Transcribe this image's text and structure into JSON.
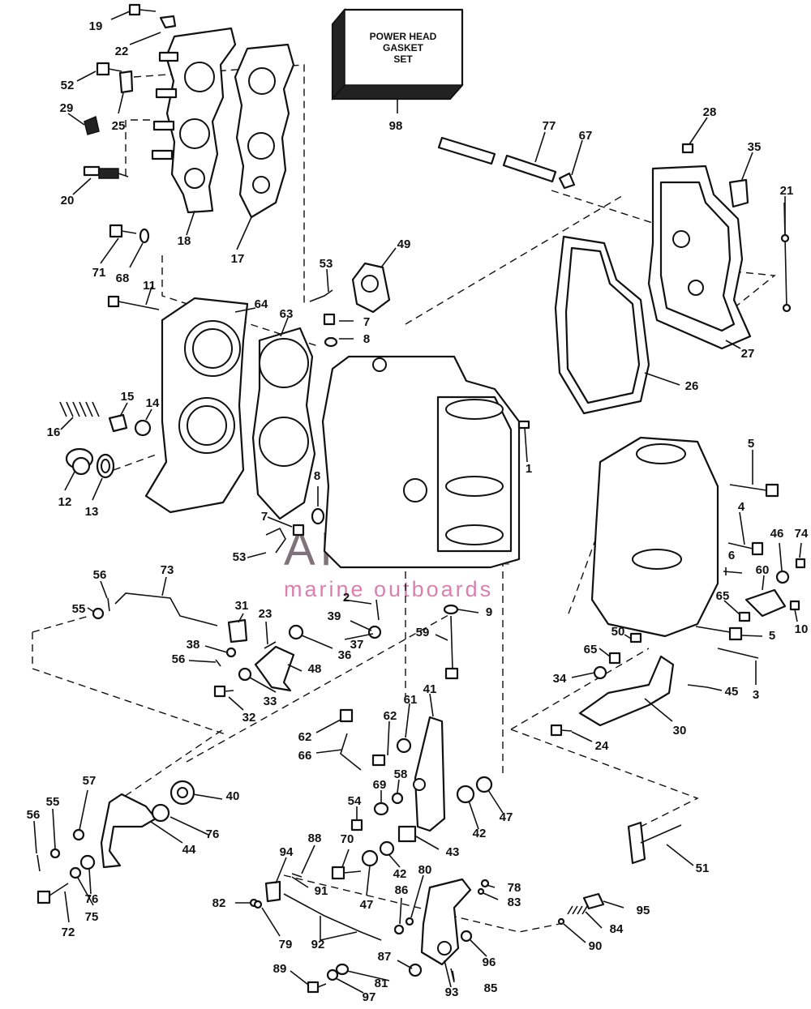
{
  "gasket_set_box": {
    "line1": "POWER HEAD",
    "line2": "GASKET",
    "line3": "SET"
  },
  "watermark": {
    "brand": "ARMADA",
    "tagline": "marine outboards",
    "accent_color": "#d36aa3"
  },
  "callouts": [
    "1",
    "2",
    "3",
    "4",
    "5",
    "5",
    "6",
    "7",
    "7",
    "8",
    "8",
    "9",
    "10",
    "11",
    "12",
    "13",
    "14",
    "15",
    "16",
    "17",
    "18",
    "19",
    "20",
    "21",
    "22",
    "23",
    "24",
    "25",
    "26",
    "27",
    "28",
    "29",
    "30",
    "31",
    "32",
    "33",
    "34",
    "35",
    "36",
    "37",
    "38",
    "39",
    "40",
    "41",
    "42",
    "42",
    "43",
    "44",
    "45",
    "46",
    "47",
    "47",
    "48",
    "49",
    "50",
    "51",
    "52",
    "53",
    "53",
    "54",
    "55",
    "55",
    "56",
    "56",
    "56",
    "57",
    "58",
    "59",
    "60",
    "61",
    "62",
    "62",
    "63",
    "64",
    "65",
    "65",
    "66",
    "67",
    "68",
    "69",
    "70",
    "71",
    "72",
    "73",
    "74",
    "75",
    "76",
    "76",
    "77",
    "78",
    "79",
    "80",
    "81",
    "82",
    "83",
    "84",
    "85",
    "86",
    "87",
    "88",
    "89",
    "90",
    "91",
    "92",
    "93",
    "94",
    "95",
    "96",
    "97",
    "98"
  ]
}
